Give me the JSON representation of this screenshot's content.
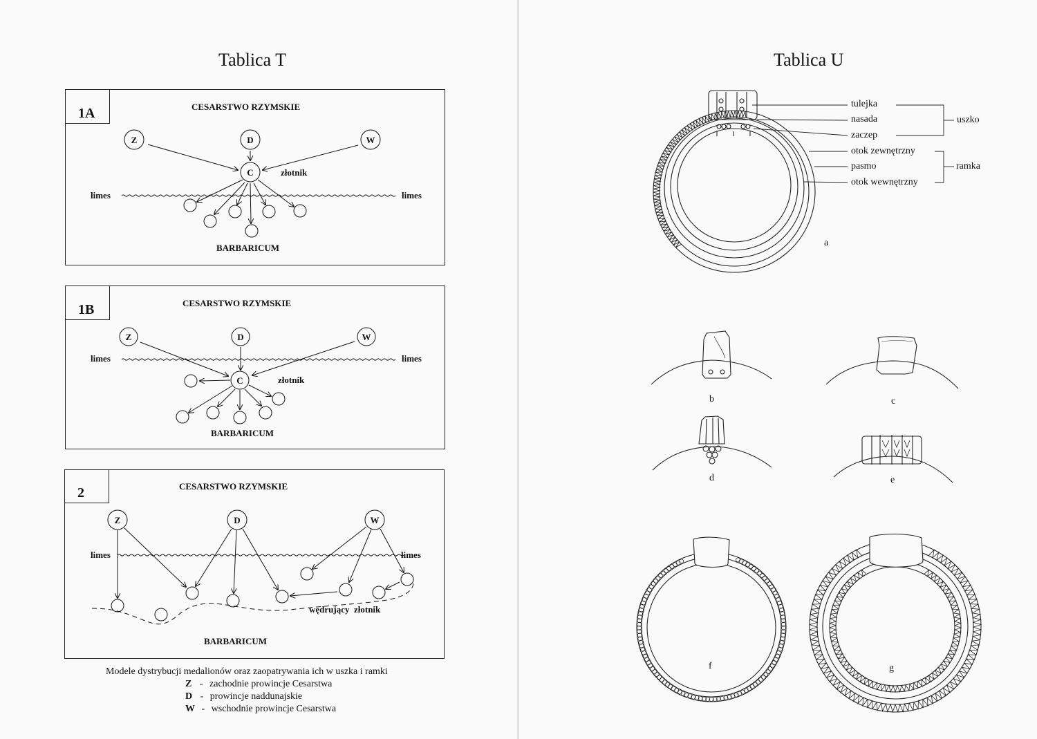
{
  "left_page": {
    "title": "Tablica T",
    "panels": [
      {
        "id": "1A",
        "top": "CESARSTWO RZYMSKIE",
        "bottom": "BARBARICUM",
        "limes_left": "limes",
        "limes_right": "limes",
        "nodes": {
          "z": "Z",
          "d": "D",
          "w": "W",
          "c": "C"
        },
        "goldsmith": "złotnik"
      },
      {
        "id": "1B",
        "top": "CESARSTWO RZYMSKIE",
        "bottom": "BARBARICUM",
        "limes_left": "limes",
        "limes_right": "limes",
        "nodes": {
          "z": "Z",
          "d": "D",
          "w": "W",
          "c": "C"
        },
        "goldsmith": "złotnik"
      },
      {
        "id": "2",
        "top": "CESARSTWO RZYMSKIE",
        "bottom": "BARBARICUM",
        "limes_left": "limes",
        "limes_right": "limes",
        "nodes": {
          "z": "Z",
          "d": "D",
          "w": "W"
        },
        "wandering": "wędrujący  złotnik"
      }
    ],
    "caption": {
      "title": "Modele dystrybucji medalionów oraz zaopatrywania ich w uszka i ramki",
      "legend": [
        {
          "key": "Z",
          "sep": "-",
          "text": "zachodnie prowincje Cesarstwa"
        },
        {
          "key": "D",
          "sep": "-",
          "text": "prowincje naddunajskie"
        },
        {
          "key": "W",
          "sep": "-",
          "text": "wschodnie prowincje Cesarstwa"
        }
      ]
    }
  },
  "right_page": {
    "title": "Tablica U",
    "labels": [
      "tulejka",
      "nasada",
      "zaczep",
      "otok zewnętrzny",
      "pasmo",
      "otok wewnętrzny"
    ],
    "group_uszko": "uszko",
    "group_ramka": "ramka",
    "figures": [
      "a",
      "b",
      "c",
      "d",
      "e",
      "f",
      "g"
    ]
  }
}
